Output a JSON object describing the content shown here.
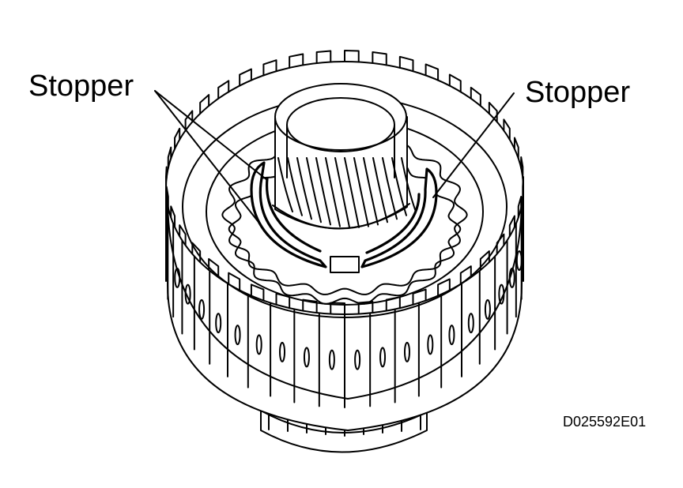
{
  "labels": {
    "left": "Stopper",
    "right": "Stopper"
  },
  "figure_code": "D025592E01",
  "colors": {
    "ink": "#000000",
    "background": "#ffffff"
  }
}
